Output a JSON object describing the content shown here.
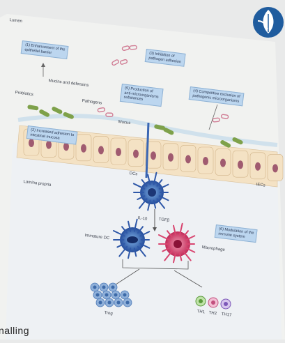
{
  "figure": {
    "regions": {
      "lumen": "Lumen",
      "lamina_propria": "Lamina propria"
    },
    "boxes": {
      "barrier": "(1) Enhancement of the\nepithelial barrier",
      "pathogen_adhesion": "(3) Inhibition of\npathogen adhesion",
      "antimicrobial": "(5) Production of\nanti-microorganisms\nsubstances",
      "competitive_exclusion": "(4) Competitive exclusion of\npathogenic microorganisms",
      "adhesion": "(2) Increased adhesion to\nintestinal mucosa",
      "immune": "(6) Modulation of the\nimmune system"
    },
    "labels": {
      "mucins": "Mucins and defensins",
      "probiotics": "Probiotics",
      "pathogens": "Pathogens",
      "mucus": "Mucus",
      "dcs": "DCs",
      "iecs": "IECs",
      "il10": "IL-10",
      "tgfb": "TGFβ",
      "immature_dc": "Immature DC",
      "macrophage": "Macrophage",
      "treg": "Treg",
      "th1": "TH1",
      "th2": "TH2",
      "th17": "TH17"
    },
    "colors": {
      "background": "#e9eaea",
      "box_fill": "#bcd6ef",
      "epithelium": "#f4e2c4",
      "nucleus": "#8b3a5b",
      "probiotic": "#7ea14a",
      "pathogen": "#d07b93",
      "dc": "#2f58a8",
      "macrophage": "#d8456f",
      "treg": "#8fb0d9"
    }
  },
  "caption_fragment": "nalling",
  "logo": {
    "icon": "leaf-logo-icon",
    "color": "#1f5c9e"
  }
}
